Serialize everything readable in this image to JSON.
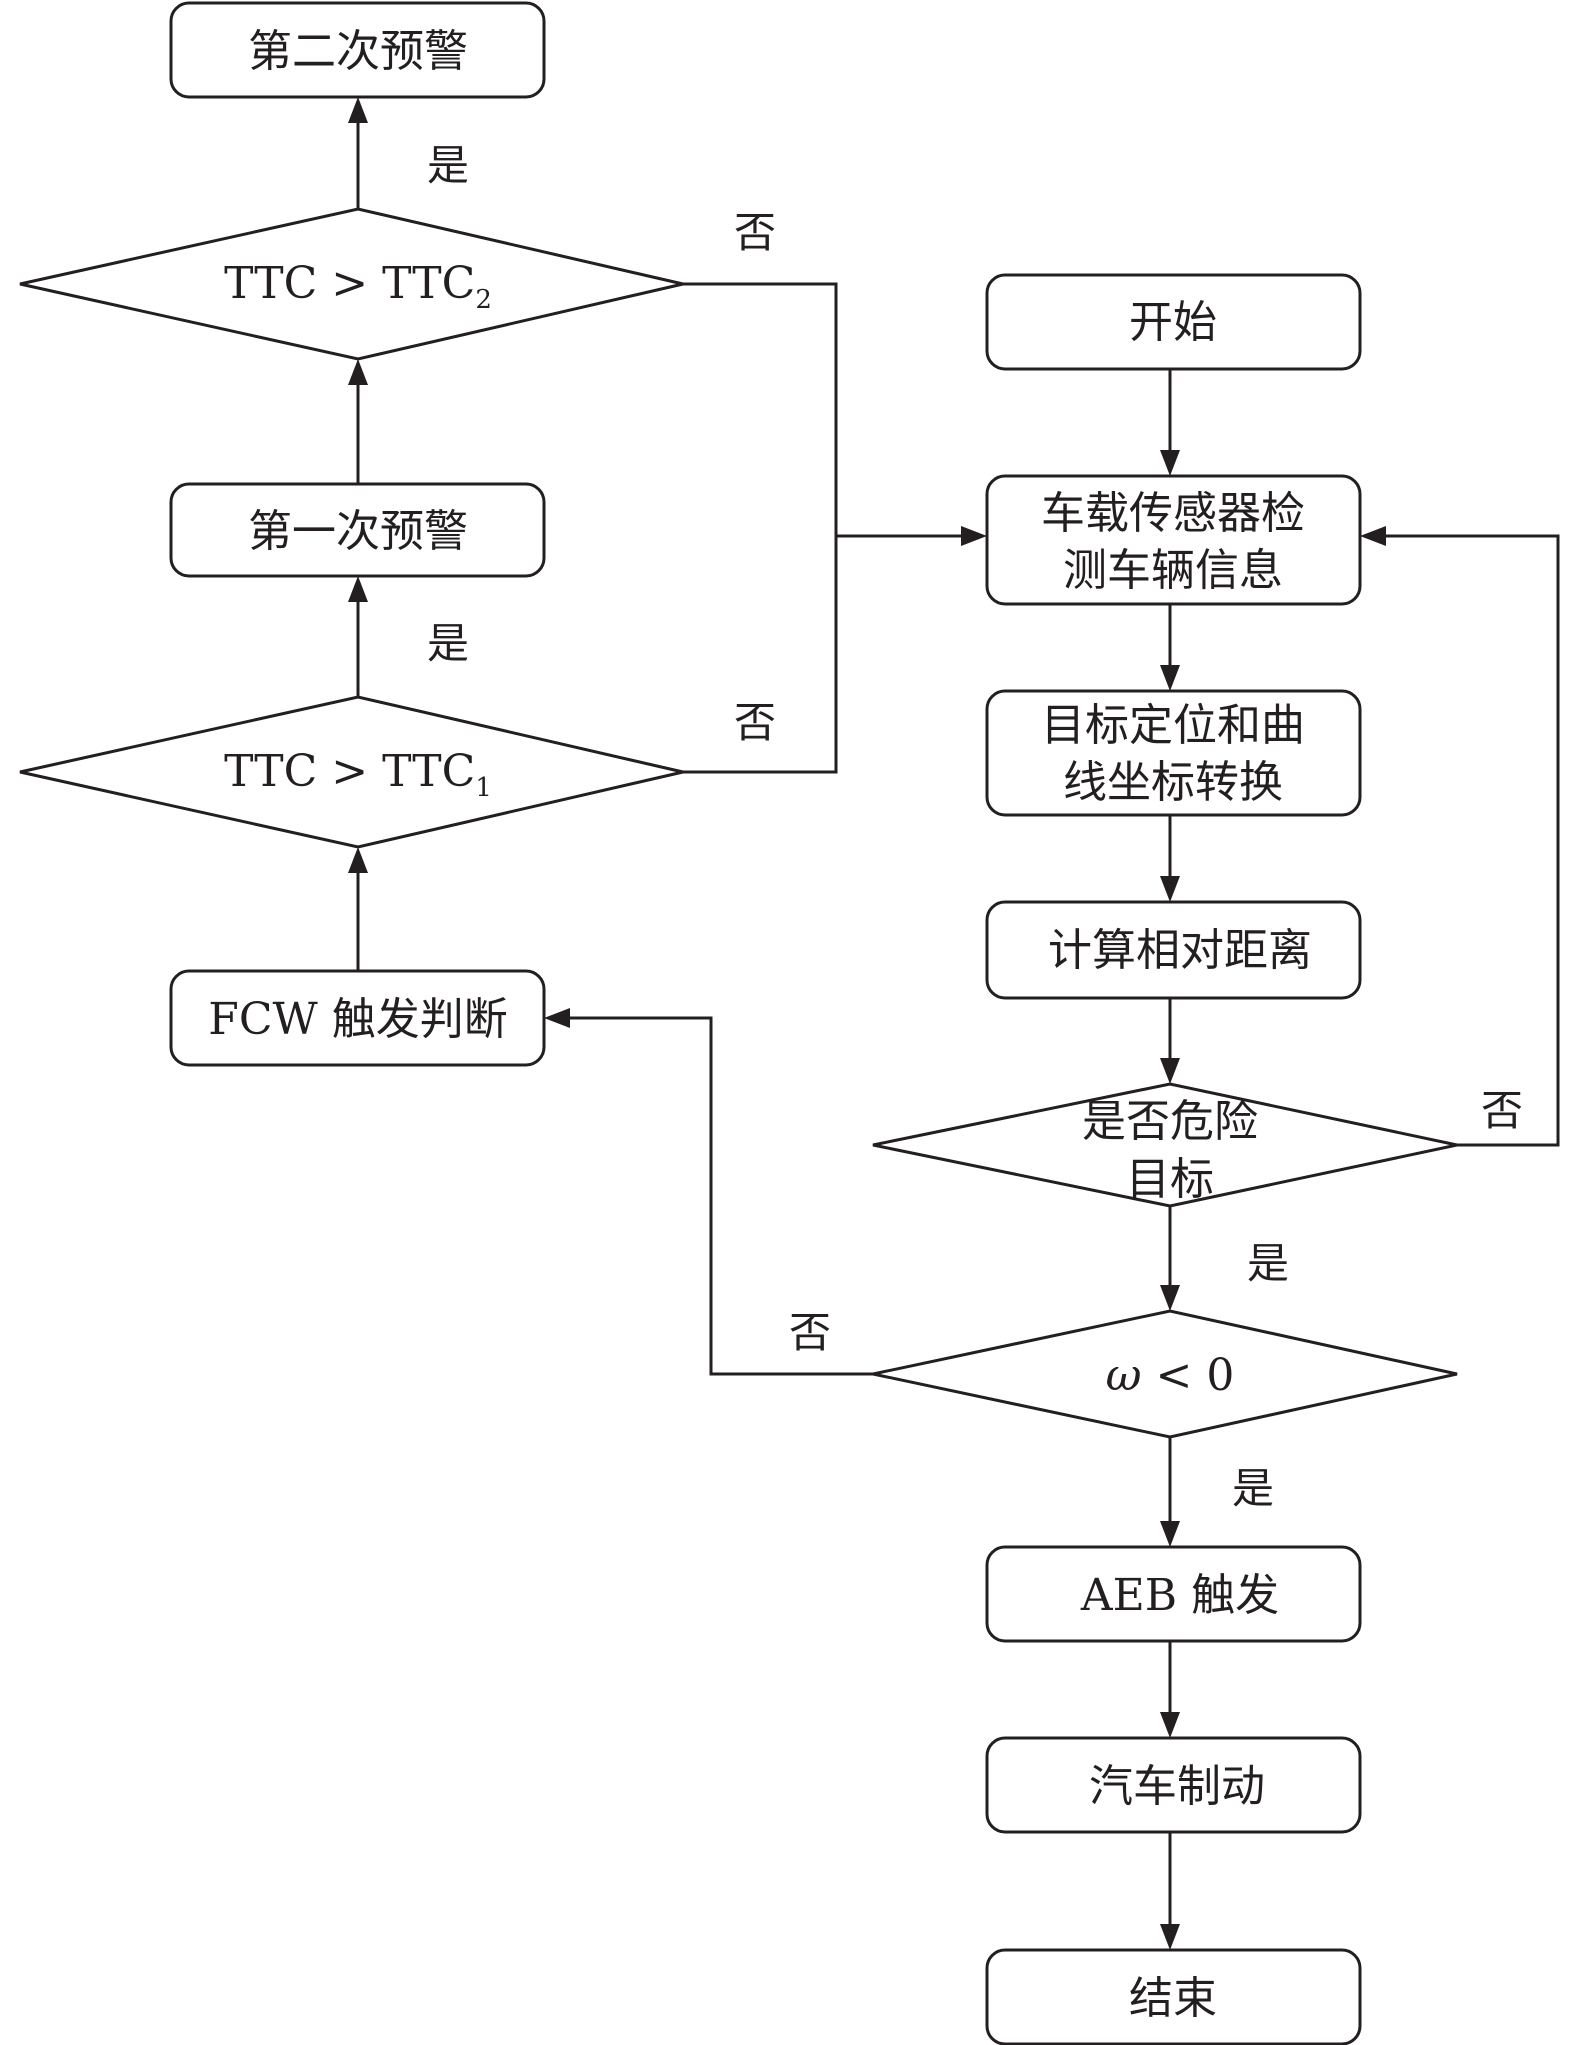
{
  "nodes": {
    "start": "开始",
    "detect_line1": "车载传感器检",
    "detect_line2": "测车辆信息",
    "locate_line1": "目标定位和曲",
    "locate_line2": "线坐标转换",
    "distance": "计算相对距离",
    "danger_line1": "是否危险",
    "danger_line2": "目标",
    "omega_symbol": "ω",
    "omega_rest": " < 0",
    "aeb": "AEB 触发",
    "brake": "汽车制动",
    "end": "结束",
    "fcw": "FCW 触发判断",
    "ttc1_main": "TTC > TTC",
    "ttc1_sub": "1",
    "ttc2_main": "TTC > TTC",
    "ttc2_sub": "2",
    "warn1": "第一次预警",
    "warn2": "第二次预警"
  },
  "edge_labels": {
    "ttc2_yes": "是",
    "ttc2_no": "否",
    "ttc1_yes": "是",
    "ttc1_no": "否",
    "danger_no": "否",
    "danger_yes": "是",
    "omega_no": "否",
    "omega_yes": "是"
  }
}
